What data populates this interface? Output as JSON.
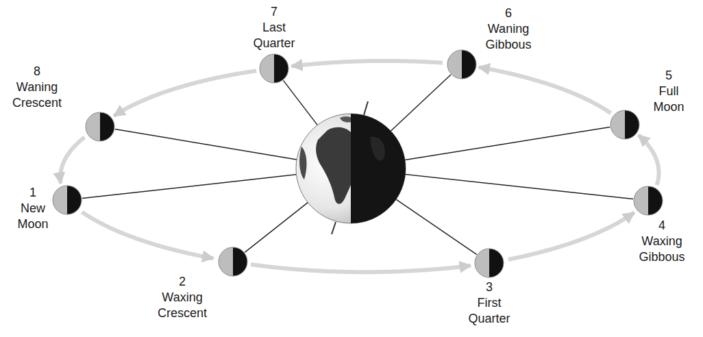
{
  "diagram": {
    "nodes": [
      {
        "text": [
          "1",
          "New Moon"
        ]
      },
      {
        "text": [
          "2",
          "Waxing Crescent"
        ]
      },
      {
        "text": [
          "3",
          "First Quarter"
        ]
      },
      {
        "text": [
          "4",
          "Waxing Gibbous"
        ]
      },
      {
        "text": [
          "5",
          "Full Moon"
        ]
      },
      {
        "text": [
          "6",
          "Waning Gibbous"
        ]
      },
      {
        "text": [
          "7",
          "Last Quarter"
        ]
      },
      {
        "text": [
          "8",
          "Waning Crescent"
        ]
      }
    ],
    "edges": [
      {
        "from": 0,
        "to": 1,
        "arrow": "to"
      },
      {
        "from": 1,
        "to": 2,
        "arrow": "to"
      },
      {
        "from": 2,
        "to": 3,
        "arrow": "to"
      },
      {
        "from": 3,
        "to": 4,
        "arrow": "to"
      },
      {
        "from": 4,
        "to": 5,
        "arrow": "to"
      },
      {
        "from": 5,
        "to": 6,
        "arrow": "to"
      },
      {
        "from": 6,
        "to": 7,
        "arrow": "to"
      },
      {
        "from": 7,
        "to": 0,
        "arrow": "to"
      }
    ]
  }
}
